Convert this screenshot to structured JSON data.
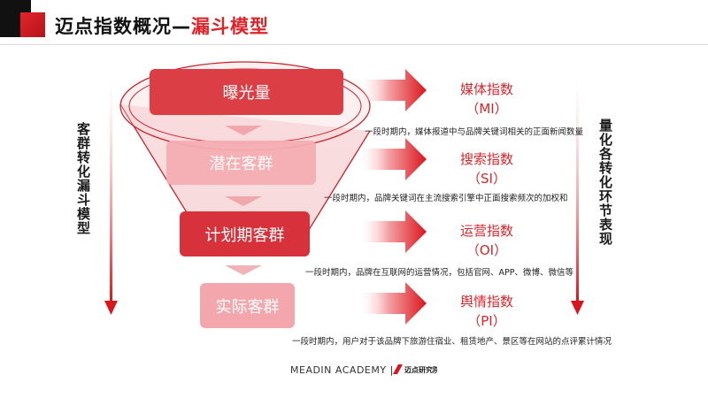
{
  "title": {
    "prefix": "迈点指数概况—",
    "highlight": "漏斗模型"
  },
  "left_label": "客群转化漏斗模型",
  "right_label": "量化各转化环节表现",
  "stages": [
    {
      "label": "曝光量"
    },
    {
      "label": "潜在客群"
    },
    {
      "label": "计划期客群"
    },
    {
      "label": "实际客群"
    }
  ],
  "indices": [
    {
      "name": "媒体指数",
      "abbr": "（MI）",
      "desc": "一段时期内，媒体报道中与品牌关键词相关的正面新闻数量"
    },
    {
      "name": "搜索指数",
      "abbr": "（SI）",
      "desc": "一段时期内，品牌关键词在主流搜索引擎中正面搜索频次的加权和"
    },
    {
      "name": "运营指数",
      "abbr": "（OI）",
      "desc": "一段时期内，品牌在互联网的运营情况，包括官网、APP、微博、微信等"
    },
    {
      "name": "舆情指数",
      "abbr": "（PI）",
      "desc": "一段时期内，用户对于该品牌下旅游住宿业、租赁地产、景区等在网站的点评累计情况"
    }
  ],
  "footer": {
    "text": "MEADIN ACADEMY |",
    "logo_text": "迈点研究院"
  },
  "colors": {
    "accent": "#e0242a",
    "dark_red": "#c8232c"
  }
}
